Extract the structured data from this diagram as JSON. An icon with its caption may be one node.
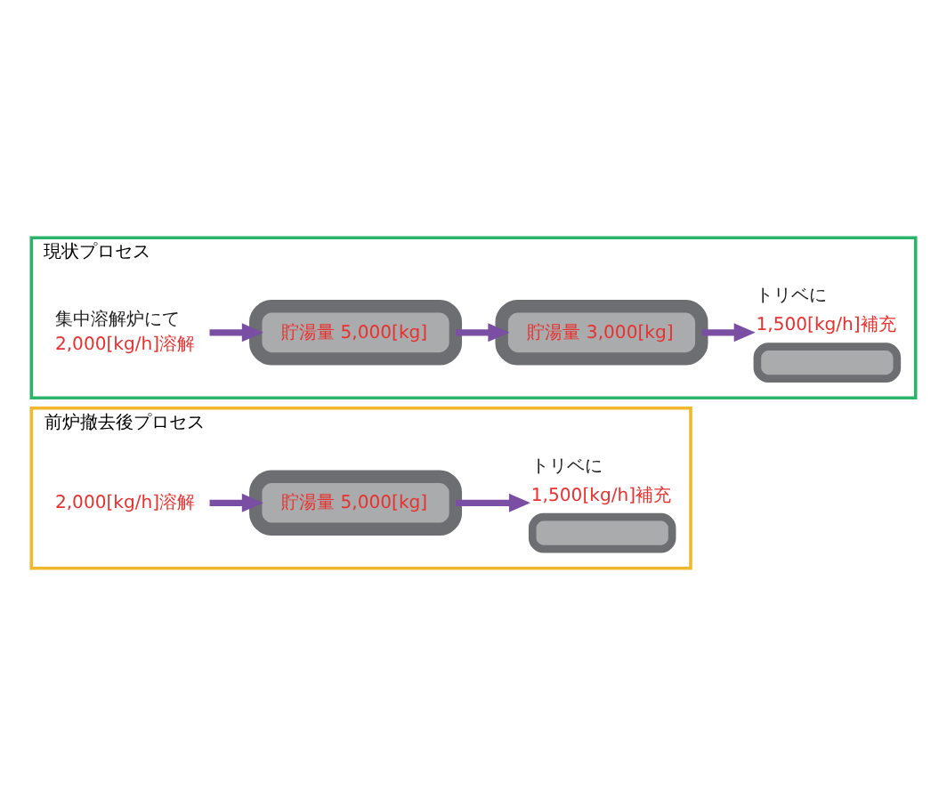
{
  "diagram": {
    "nodes": [
      {
        "text": [
          "現状プロセス"
        ]
      },
      {
        "text": [
          "集中溶解炉にて",
          "2,000[kg/h]溶解"
        ],
        "in": 0
      },
      {
        "text": [
          "貯湯量 5,000[kg]"
        ],
        "in": 0
      },
      {
        "text": [
          "貯湯量 3,000[kg]"
        ],
        "in": 0
      },
      {
        "text": [],
        "shape": "box",
        "in": 0,
        "beside": [
          "トリベに",
          "1,500[kg/h]補充"
        ]
      },
      {
        "text": [
          "前炉撤去後プロセス"
        ]
      },
      {
        "text": [
          "2,000[kg/h]溶解"
        ],
        "in": 5
      },
      {
        "text": [
          "貯湯量 5,000[kg]"
        ],
        "in": 5
      },
      {
        "text": [],
        "shape": "box",
        "in": 5,
        "beside": [
          "トリベに",
          "1,500[kg/h]補充"
        ]
      }
    ],
    "edges": [
      {
        "from": 1,
        "to": 2,
        "arrow": "to"
      },
      {
        "from": 2,
        "to": 3,
        "arrow": "to"
      },
      {
        "from": 3,
        "to": 4,
        "arrow": "to"
      },
      {
        "from": 6,
        "to": 7,
        "arrow": "to"
      },
      {
        "from": 7,
        "to": 8,
        "arrow": "to"
      }
    ]
  }
}
